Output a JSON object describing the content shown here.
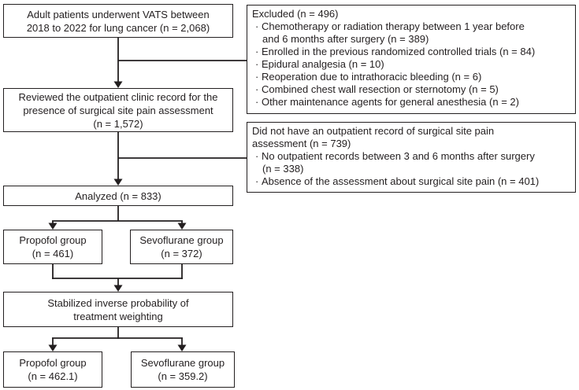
{
  "diagram": {
    "type": "patient-flowchart",
    "line_color": "#231f20",
    "boxes": {
      "vats": {
        "text": "Adult patients underwent VATS between\n2018 to 2022 for lung cancer (n = 2,068)"
      },
      "excluded": {
        "title": "Excluded (n = 496)",
        "bullets": [
          "Chemotherapy or radiation therapy between 1 year before\nand 6 months after surgery (n = 389)",
          "Enrolled in the previous randomized controlled trials (n = 84)",
          "Epidural analgesia (n = 10)",
          "Reoperation due to intrathoracic bleeding (n = 6)",
          "Combined chest wall resection or sternotomy (n = 5)",
          "Other maintenance agents for general anesthesia (n = 2)"
        ]
      },
      "reviewed": {
        "text": "Reviewed the outpatient clinic record for the\npresence of surgical site pain assessment\n(n = 1,572)"
      },
      "no_outpatient": {
        "title": "Did not have an outpatient record of surgical site pain\nassessment (n = 739)",
        "bullets": [
          "No outpatient records between 3 and 6 months after surgery\n(n = 338)",
          "Absence of the assessment about surgical site pain (n = 401)"
        ]
      },
      "analyzed": {
        "text": "Analyzed (n = 833)"
      },
      "propofol_pre": {
        "text": "Propofol group\n(n = 461)"
      },
      "sevoflurane_pre": {
        "text": "Sevoflurane group\n(n = 372)"
      },
      "sipw": {
        "text": "Stabilized inverse probability of\ntreatment weighting"
      },
      "propofol_post": {
        "text": "Propofol group\n(n = 462.1)"
      },
      "sevoflurane_post": {
        "text": "Sevoflurane group\n(n = 359.2)"
      }
    }
  }
}
